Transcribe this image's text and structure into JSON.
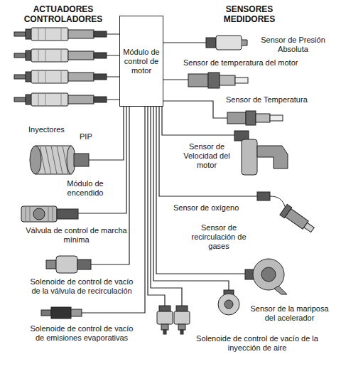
{
  "diagram": {
    "nodes": [
      {
        "text": [
          "Módulo de control de motor"
        ]
      }
    ],
    "labels": [
      "ACTUADORES CONTROLADORES",
      "SENSORES MEDIDORES",
      "Inyectores",
      "PIP",
      "Sensor de Presión Absoluta",
      "Sensor de temperatura del motor",
      "Sensor de Temperatura",
      "Sensor de Velocidad del motor",
      "Módulo de encendido",
      "Sensor de oxígeno",
      "Válvula de control de marcha mínima",
      "Sensor de recirculación de gases",
      "Solenoide de control de vacío de la válvula de recirculación",
      "Sensor de la mariposa del acelerador",
      "Solenoide de control de vacío de emisiones evaporativas",
      "Solenoide de control de vacío de la inyección de aire"
    ]
  }
}
